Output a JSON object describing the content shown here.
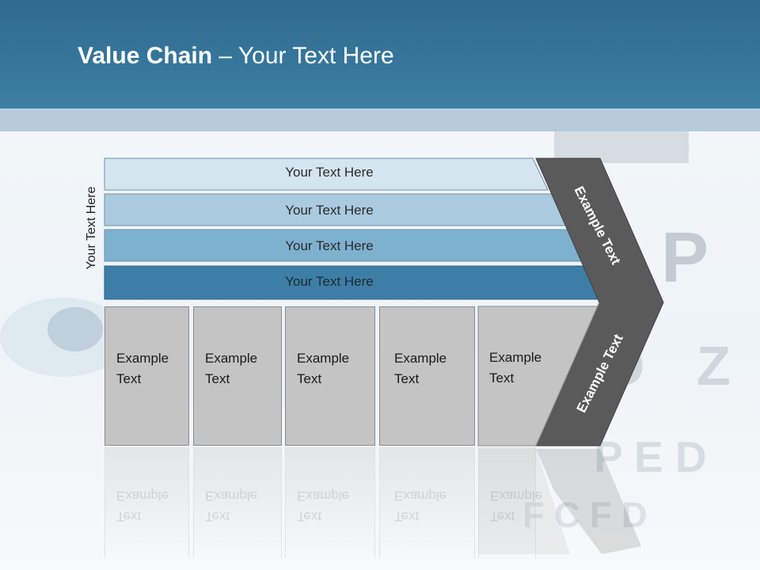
{
  "title": {
    "bold": "Value Chain",
    "rest": " – Your Text Here"
  },
  "side_label": "Your Text Here",
  "bars": [
    {
      "label": "Your Text Here",
      "color": "#d4e5ef"
    },
    {
      "label": "Your Text Here",
      "color": "#a9cadf"
    },
    {
      "label": "Your Text Here",
      "color": "#7eb1cf"
    },
    {
      "label": "Your Text Here",
      "color": "#3d7ea6"
    }
  ],
  "boxes": [
    {
      "line1": "Example",
      "line2": "Text"
    },
    {
      "line1": "Example",
      "line2": "Text"
    },
    {
      "line1": "Example",
      "line2": "Text"
    },
    {
      "line1": "Example",
      "line2": "Text"
    },
    {
      "line1": "Example",
      "line2": "Text"
    }
  ],
  "arrow": {
    "top_label": "Example Text",
    "bottom_label": "Example Text",
    "color": "#5a5a5a"
  }
}
